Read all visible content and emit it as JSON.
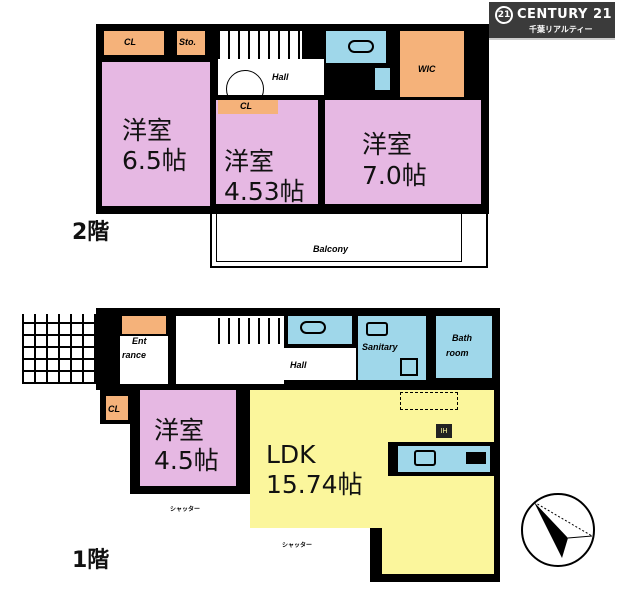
{
  "brand": {
    "logo_mark": "21",
    "name": "CENTURY 21",
    "branch": "千葉リアルティー",
    "bg_color": "#3b3b3b"
  },
  "floor2": {
    "label": "2階",
    "rooms": [
      {
        "name": "洋室",
        "size": "6.5帖"
      },
      {
        "name": "洋室",
        "size": "4.53帖"
      },
      {
        "name": "洋室",
        "size": "7.0帖"
      }
    ],
    "closets": [
      "CL",
      "Sto.",
      "CL",
      "WIC"
    ],
    "hall": "Hall",
    "balcony": "Balcony"
  },
  "floor1": {
    "label": "1階",
    "entrance": "Ent\nrance",
    "entrance_line1": "Ent",
    "entrance_line2": "rance",
    "closet": "CL",
    "hall": "Hall",
    "sanitary": "Sanitary",
    "bath_line1": "Bath",
    "bath_line2": "room",
    "rooms": [
      {
        "name": "洋室",
        "size": "4.5帖"
      },
      {
        "name": "LDK",
        "size": "15.74帖"
      }
    ],
    "shutter": "シャッター",
    "cooktop_mark": "IH"
  },
  "colors": {
    "bedroom": "#e6b8e3",
    "ldk": "#fbf69c",
    "water": "#9fd7ea",
    "storage": "#f5b27a"
  }
}
